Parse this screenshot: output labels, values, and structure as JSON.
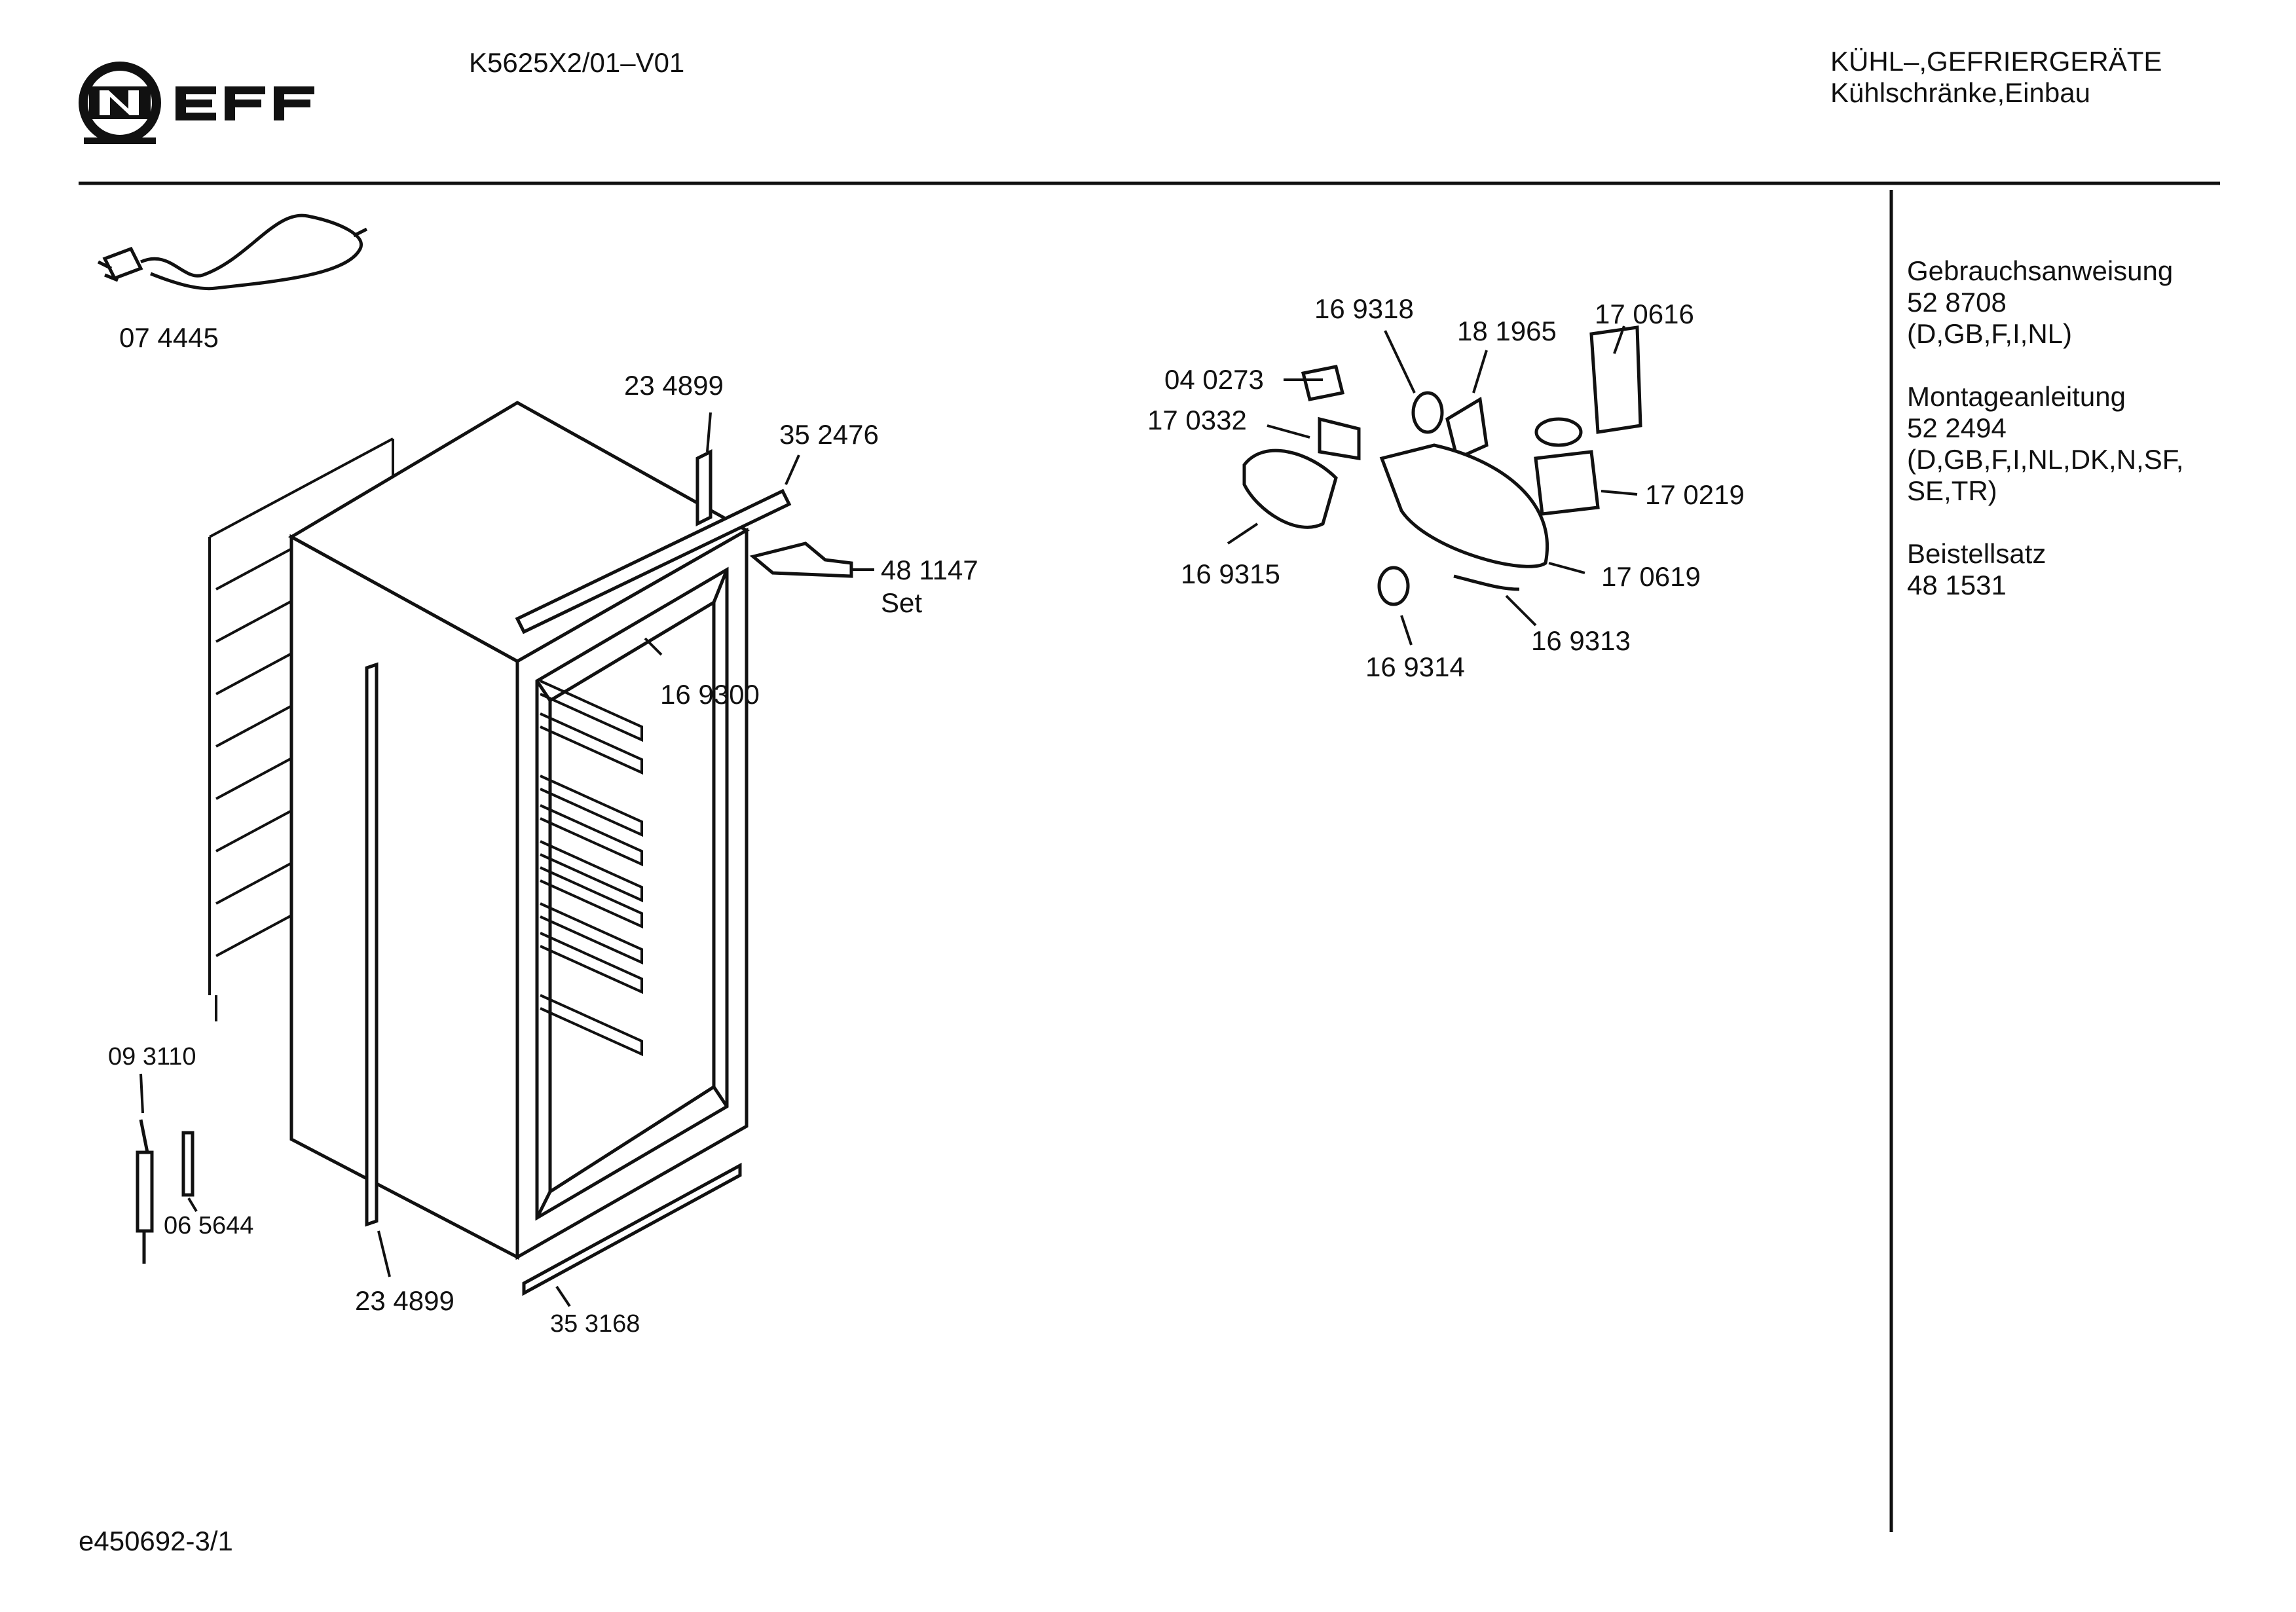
{
  "header": {
    "model": "K5625X2/01–V01",
    "category": "KÜHL–,GEFRIERGERÄTE",
    "subcategory": "Kühlschränke,Einbau"
  },
  "brand": "NEFF",
  "parts": {
    "power_cord": "07 4445",
    "top_strip": "23 4899",
    "top_rail": "35 2476",
    "hinge_set": "48 1147",
    "hinge_set_suffix": "Set",
    "top_clip": "16 9300",
    "sensor_a": "09 3110",
    "sensor_b": "06 5644",
    "side_strip": "23 4899",
    "bottom_strip": "35 3168",
    "lamp": "04 0273",
    "lamp_ring": "16 9318",
    "socket": "18 1965",
    "bracket": "17 0616",
    "cover_plate": "17 0332",
    "thermostat": "17 0219",
    "light_cover": "16 9315",
    "housing": "17 0619",
    "knob": "16 9314",
    "seal": "16 9313"
  },
  "side_panel": {
    "manual_title": "Gebrauchsanweisung",
    "manual_number": "52 8708",
    "manual_langs": "(D,GB,F,I,NL)",
    "install_title": "Montageanleitung",
    "install_number": "52 2494",
    "install_langs_1": "(D,GB,F,I,NL,DK,N,SF,",
    "install_langs_2": "SE,TR)",
    "accessory_title": "Beistellsatz",
    "accessory_number": "48 1531"
  },
  "footer": {
    "drawing_id": "e450692-3/1"
  }
}
